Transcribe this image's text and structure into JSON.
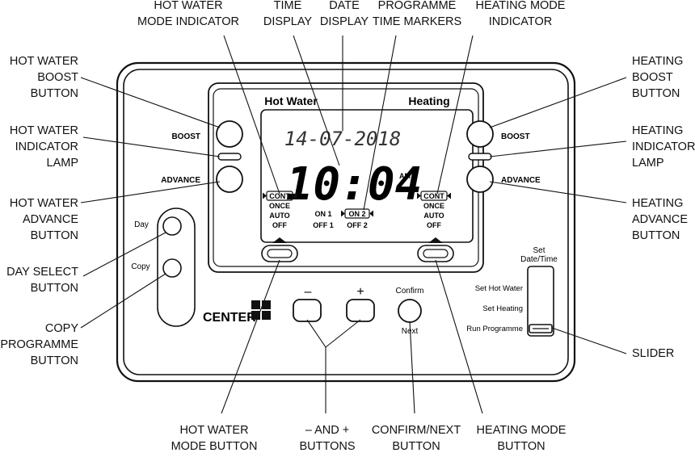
{
  "callouts": {
    "hw_mode_indicator": [
      "HOT WATER",
      "MODE INDICATOR"
    ],
    "time_display": [
      "TIME",
      "DISPLAY"
    ],
    "date_display": [
      "DATE",
      "DISPLAY"
    ],
    "programme_time_markers": [
      "PROGRAMME",
      "TIME MARKERS"
    ],
    "heating_mode_indicator": [
      "HEATING MODE",
      "INDICATOR"
    ],
    "hw_boost_button": [
      "HOT WATER",
      "BOOST",
      "BUTTON"
    ],
    "hw_indicator_lamp": [
      "HOT WATER",
      "INDICATOR",
      "LAMP"
    ],
    "hw_advance_button": [
      "HOT WATER",
      "ADVANCE",
      "BUTTON"
    ],
    "day_select_button": [
      "DAY SELECT",
      "BUTTON"
    ],
    "copy_programme_button": [
      "COPY",
      "PROGRAMME",
      "BUTTON"
    ],
    "heating_boost_button": [
      "HEATING",
      "BOOST",
      "BUTTON"
    ],
    "heating_indicator_lamp": [
      "HEATING",
      "INDICATOR",
      "LAMP"
    ],
    "heating_advance_button": [
      "HEATING",
      "ADVANCE",
      "BUTTON"
    ],
    "slider": [
      "SLIDER"
    ],
    "hw_mode_button": [
      "HOT WATER",
      "MODE BUTTON"
    ],
    "minus_plus_buttons": [
      "– AND +",
      "BUTTONS"
    ],
    "confirm_next_button": [
      "CONFIRM/NEXT",
      "BUTTON"
    ],
    "heating_mode_button": [
      "HEATING MODE",
      "BUTTON"
    ]
  },
  "device": {
    "hot_water_label": "Hot Water",
    "heating_label": "Heating",
    "boost_label": "BOOST",
    "advance_label": "ADVANCE",
    "day_label": "Day",
    "copy_label": "Copy",
    "brand": "CENTER",
    "minus": "–",
    "plus": "+",
    "confirm_label": "Confirm",
    "next_label": "Next",
    "date": "14-07-2018",
    "time": "10:04",
    "am": "AM",
    "modes": [
      "CONT",
      "ONCE",
      "AUTO",
      "OFF"
    ],
    "on1": "ON 1",
    "off1": "OFF 1",
    "on2": "ON 2",
    "off2": "OFF 2",
    "slider_title": [
      "Set",
      "Date/Time"
    ],
    "slider_positions": [
      "Set Hot Water",
      "Set Heating",
      "Run Programme"
    ]
  }
}
